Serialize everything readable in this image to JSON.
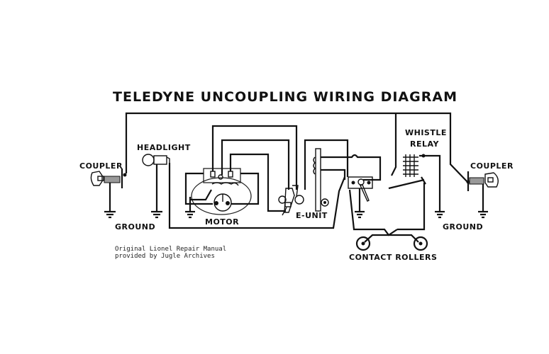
{
  "title": "TELEDYNE UNCOUPLING WIRING DIAGRAM",
  "labels": {
    "coupler_left": "COUPLER",
    "coupler_right": "COUPLER",
    "headlight": "HEADLIGHT",
    "ground_left": "GROUND",
    "ground_right": "GROUND",
    "motor": "MOTOR",
    "e_unit": "E-UNIT",
    "whistle_relay_line1": "WHISTLE",
    "whistle_relay_line2": "RELAY",
    "contact_rollers": "CONTACT ROLLERS"
  },
  "credit": {
    "line1": "Original Lionel Repair Manual",
    "line2": "provided by Jugle Archives"
  },
  "colors": {
    "line": "#111111",
    "background": "#ffffff"
  }
}
